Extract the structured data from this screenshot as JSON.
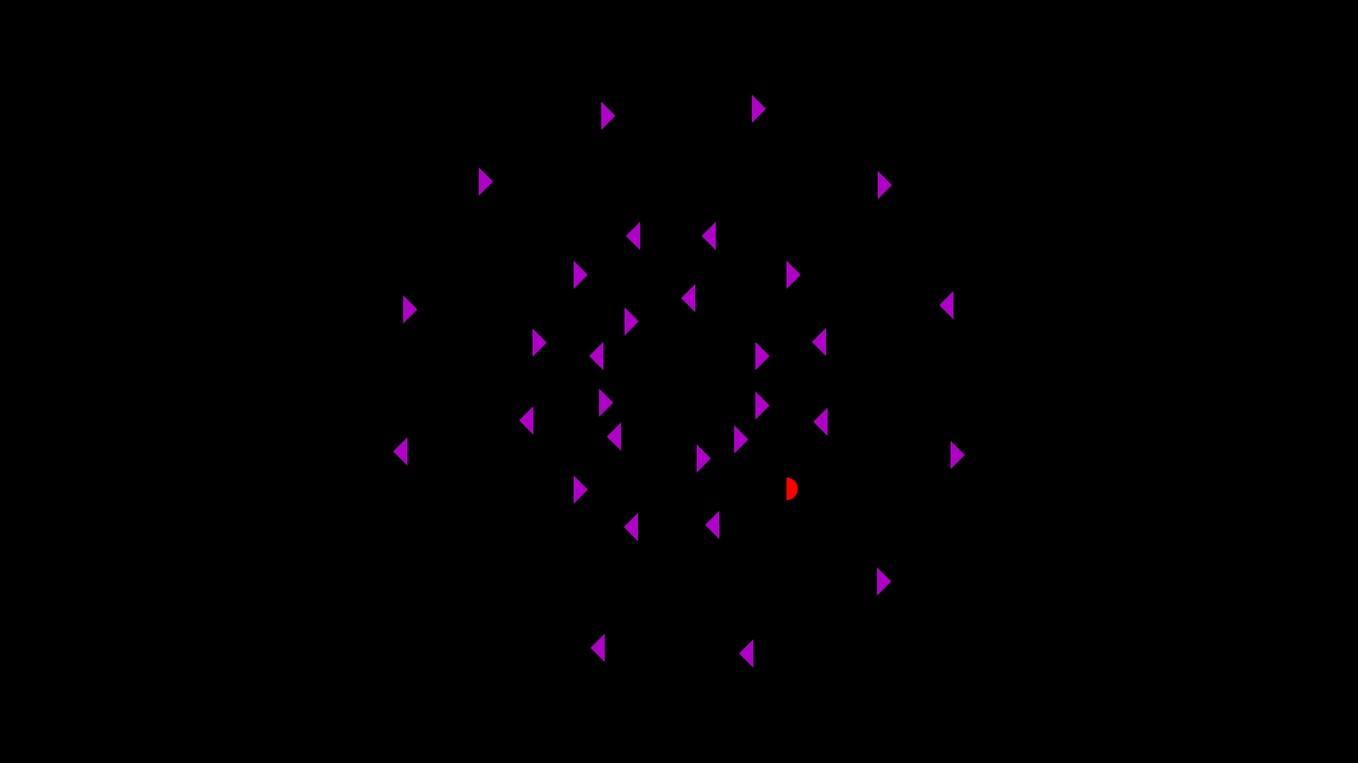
{
  "game": {
    "background_color": "#000000",
    "target_color": "#b000c8",
    "player_color": "#ff0000",
    "player_shape": "half-disc",
    "target_shape": "triangle",
    "player": {
      "facing": "right"
    },
    "targets": [
      {
        "facing": "right"
      },
      {
        "facing": "right"
      },
      {
        "facing": "right"
      },
      {
        "facing": "right"
      },
      {
        "facing": "left"
      },
      {
        "facing": "left"
      },
      {
        "facing": "right"
      },
      {
        "facing": "right"
      },
      {
        "facing": "right"
      },
      {
        "facing": "left"
      },
      {
        "facing": "left"
      },
      {
        "facing": "right"
      },
      {
        "facing": "right"
      },
      {
        "facing": "left"
      },
      {
        "facing": "left"
      },
      {
        "facing": "right"
      },
      {
        "facing": "right"
      },
      {
        "facing": "right"
      },
      {
        "facing": "left"
      },
      {
        "facing": "left"
      },
      {
        "facing": "left"
      },
      {
        "facing": "left"
      },
      {
        "facing": "right"
      },
      {
        "facing": "right"
      },
      {
        "facing": "right"
      },
      {
        "facing": "right"
      },
      {
        "facing": "left"
      },
      {
        "facing": "left"
      },
      {
        "facing": "right"
      },
      {
        "facing": "left"
      },
      {
        "facing": "left"
      }
    ]
  }
}
